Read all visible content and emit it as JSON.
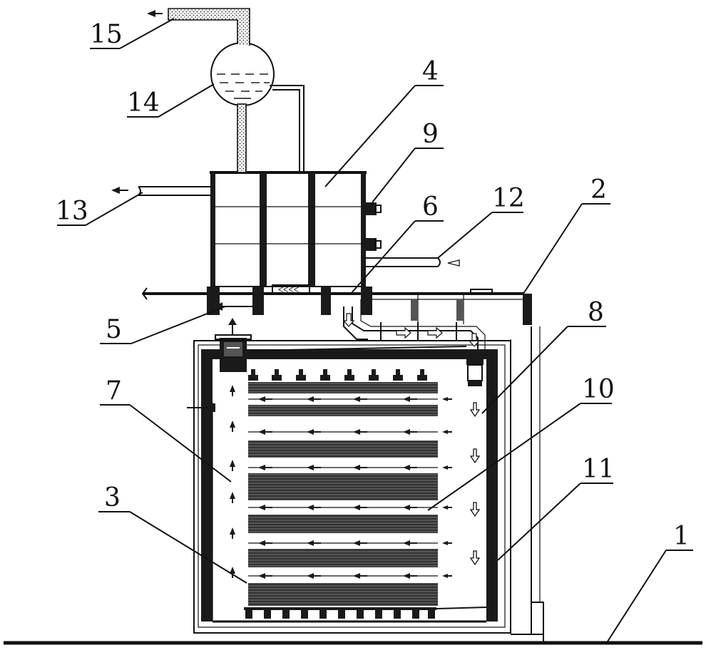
{
  "labels": {
    "l1": "1",
    "l2": "2",
    "l3": "3",
    "l4": "4",
    "l5": "5",
    "l6": "6",
    "l7": "7",
    "l8": "8",
    "l9": "9",
    "l10": "10",
    "l11": "11",
    "l12": "12",
    "l13": "13",
    "l14": "14",
    "l15": "15"
  },
  "colors": {
    "ink": "#111111",
    "fill_dark": "#1a1a1a",
    "paper": "#ffffff"
  }
}
